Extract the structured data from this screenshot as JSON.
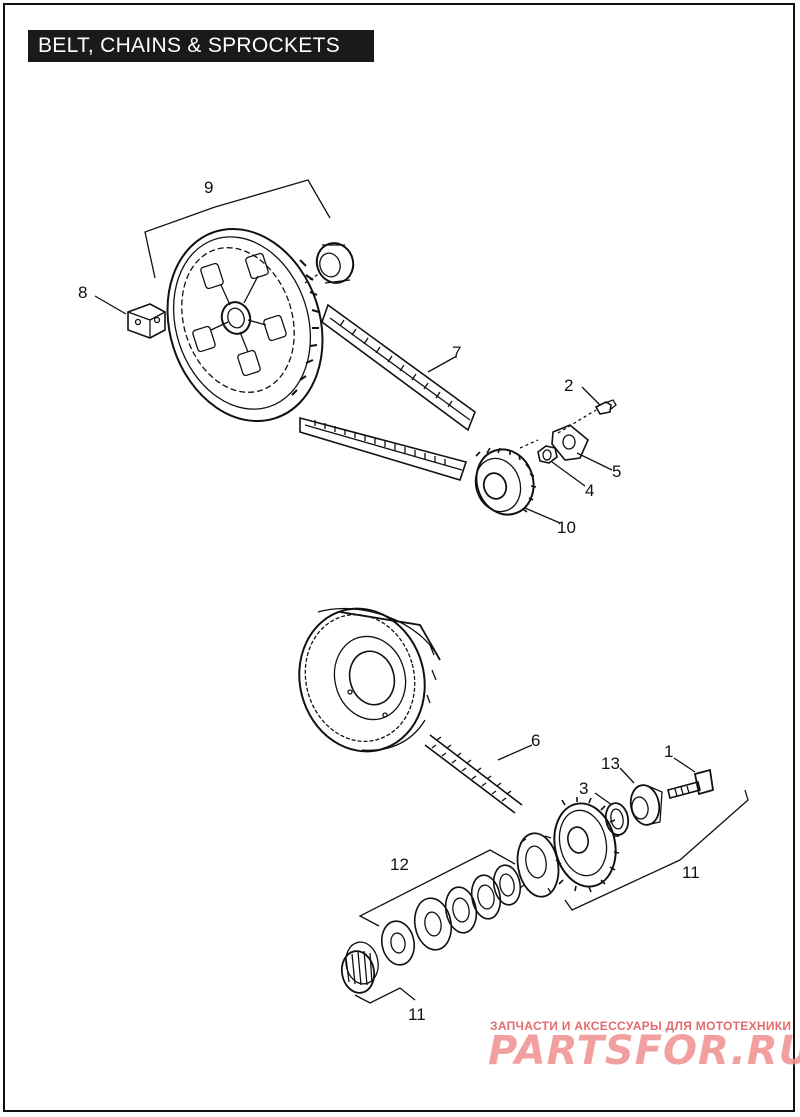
{
  "title": "BELT, CHAINS & SPROCKETS",
  "callouts": {
    "c1": "1",
    "c2": "2",
    "c3": "3",
    "c4": "4",
    "c5": "5",
    "c6": "6",
    "c7": "7",
    "c8": "8",
    "c9": "9",
    "c10": "10",
    "c11a": "11",
    "c11b": "11",
    "c12": "12",
    "c13": "13"
  },
  "watermark": {
    "tagline": "ЗАПЧАСТИ И АКСЕССУАРЫ ДЛЯ МОТОТЕХНИКИ",
    "brand": "PARTSFOR.RU"
  },
  "colors": {
    "ink": "#111111",
    "watermark": "#f08f8f"
  }
}
